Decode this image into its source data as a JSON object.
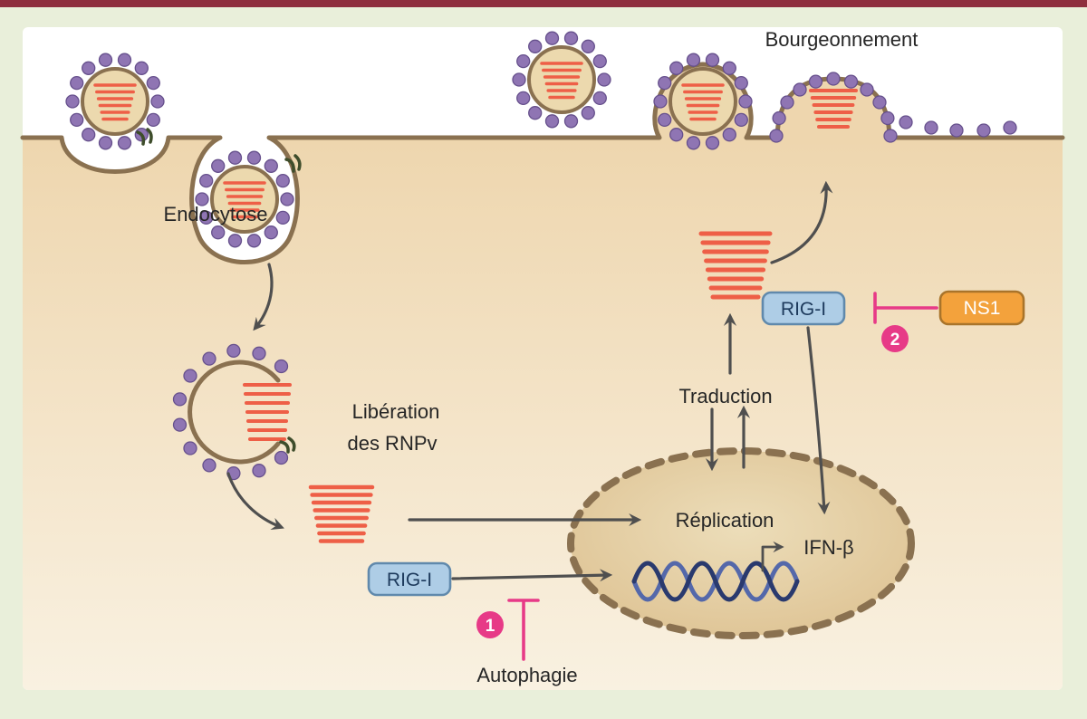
{
  "figure": {
    "labels": {
      "bourgeonnement": "Bourgeonnement",
      "endocytose": "Endocytose",
      "liberation_line1": "Libération",
      "liberation_line2": "des RNPv",
      "traduction": "Traduction",
      "replication": "Réplication",
      "ifn_beta": "IFN-β",
      "autophagie": "Autophagie",
      "rig_i": "RIG-I",
      "ns1": "NS1",
      "step_1": "1",
      "step_2": "2"
    },
    "colors": {
      "top_bar": "#8e2e3e",
      "background": "#e9efda",
      "panel": "#ffffff",
      "cell_top": "#eed6ae",
      "cell_bottom": "#f9f1e1",
      "membrane": "#8a7150",
      "virus_fill": "#ecd9ae",
      "spike": "#8f75b3",
      "spike_stroke": "#66508c",
      "rnp": "#ee5f47",
      "rigi_fill": "#aecde6",
      "rigi_stroke": "#6089ac",
      "rigi_text": "#1d3a5c",
      "ns1_fill": "#f3a23c",
      "ns1_stroke": "#a9742a",
      "ns1_text": "#ffffff",
      "pink": "#e73a87",
      "arrow": "#4f4f4f",
      "text": "#262626",
      "nucleus_edge": "#dcbf8e",
      "nucleus_center": "#ecddb9",
      "nucleus_border": "#8a7150",
      "dna_dark": "#2a3a6e",
      "dna_light": "#5468aa",
      "receptor": "#3e4d2b"
    }
  }
}
